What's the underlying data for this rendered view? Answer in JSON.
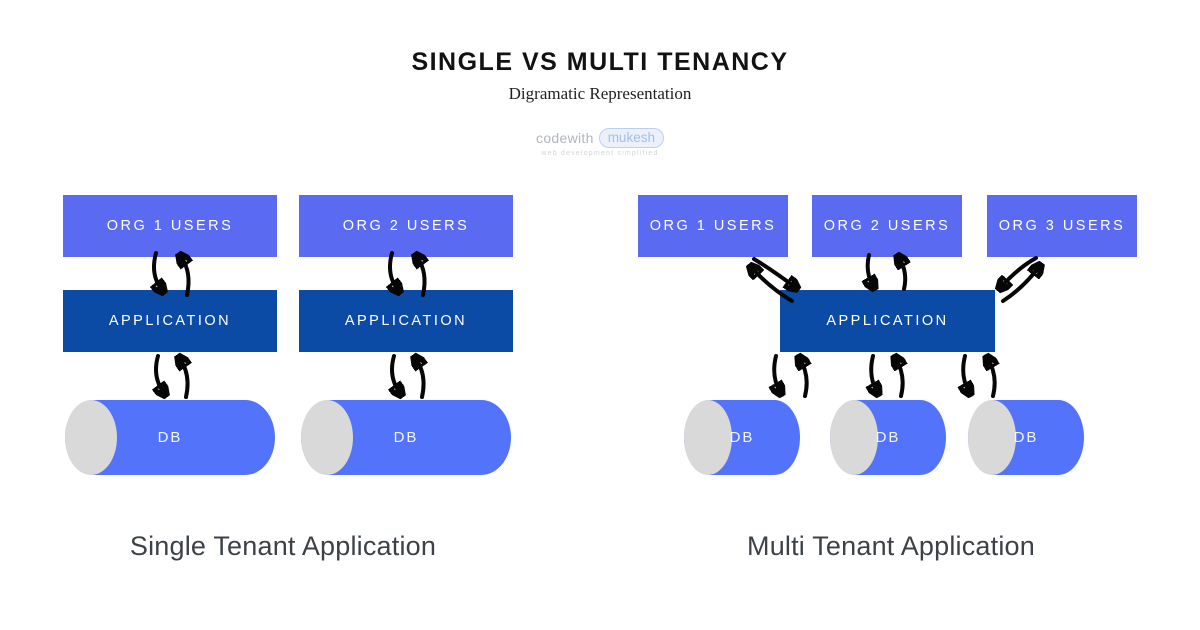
{
  "title": "SINGLE VS MULTI TENANCY",
  "subtitle": "Digramatic Representation",
  "watermark": {
    "brand_left": "codewith",
    "brand_right": "mukesh",
    "tagline": "web development simplified"
  },
  "colors": {
    "org_box": "#5b6bf1",
    "app_box": "#0b4ba6",
    "db_body": "#5374fa",
    "db_cap": "#d9d9d9",
    "arrow": "#060606",
    "title_text": "#121212",
    "caption_text": "#3c4248",
    "box_text": "#ffffff",
    "watermark_pill_border": "#b7c9f2"
  },
  "single_tenant": {
    "caption": "Single Tenant Application",
    "columns": [
      {
        "org_label": "ORG 1 USERS",
        "app_label": "APPLICATION",
        "db_label": "DB"
      },
      {
        "org_label": "ORG 2 USERS",
        "app_label": "APPLICATION",
        "db_label": "DB"
      }
    ]
  },
  "multi_tenant": {
    "caption": "Multi Tenant Application",
    "org_labels": [
      "ORG 1 USERS",
      "ORG 2 USERS",
      "ORG 3 USERS"
    ],
    "app_label": "APPLICATION",
    "db_labels": [
      "DB",
      "DB",
      "DB"
    ]
  }
}
